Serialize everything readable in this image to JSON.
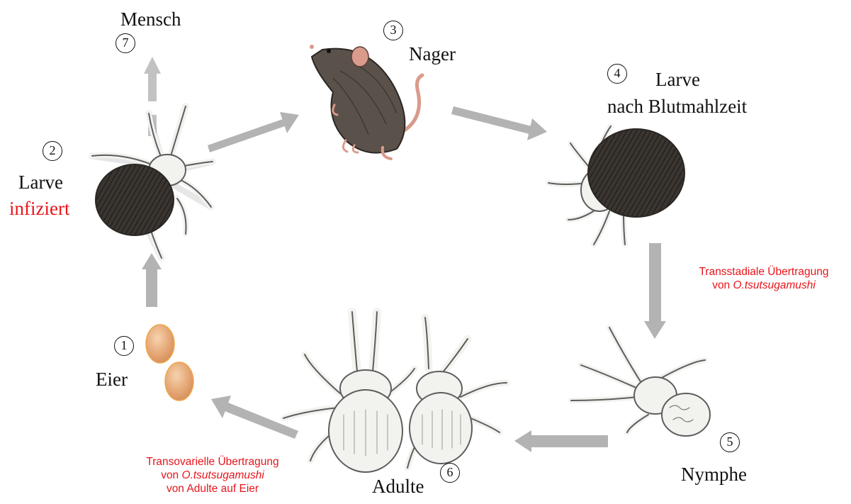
{
  "colors": {
    "arrow": "#b3b3b3",
    "accent_red": "#e8141b",
    "egg_fill": "#e3a46d",
    "egg_stroke": "#eea64a",
    "mite_body": "#f2f2ef",
    "mite_outline": "#5d5d5d",
    "engorged": "#2e2a26",
    "rodent_fur": "#5a514a",
    "rodent_skin": "#d99b8c"
  },
  "stages": [
    {
      "number": "1",
      "label": "Eier"
    },
    {
      "number": "2",
      "label": "Larve",
      "label_accent": "infiziert"
    },
    {
      "number": "3",
      "label": "Nager"
    },
    {
      "number": "4",
      "label": "Larve",
      "label_line2": "nach Blutmahlzeit"
    },
    {
      "number": "5",
      "label": "Nymphe"
    },
    {
      "number": "6",
      "label": "Adulte"
    },
    {
      "number": "7",
      "label": "Mensch"
    }
  ],
  "notes": {
    "transstadial": {
      "line1": "Transstadiale Übertragung",
      "line2_prefix": "von ",
      "organism": "O.tsutsugamushi"
    },
    "transovarial": {
      "line1": "Transovarielle Übertragung",
      "line2_prefix": "von ",
      "organism": "O.tsutsugamushi",
      "line3": "von Adulte auf Eier"
    }
  }
}
